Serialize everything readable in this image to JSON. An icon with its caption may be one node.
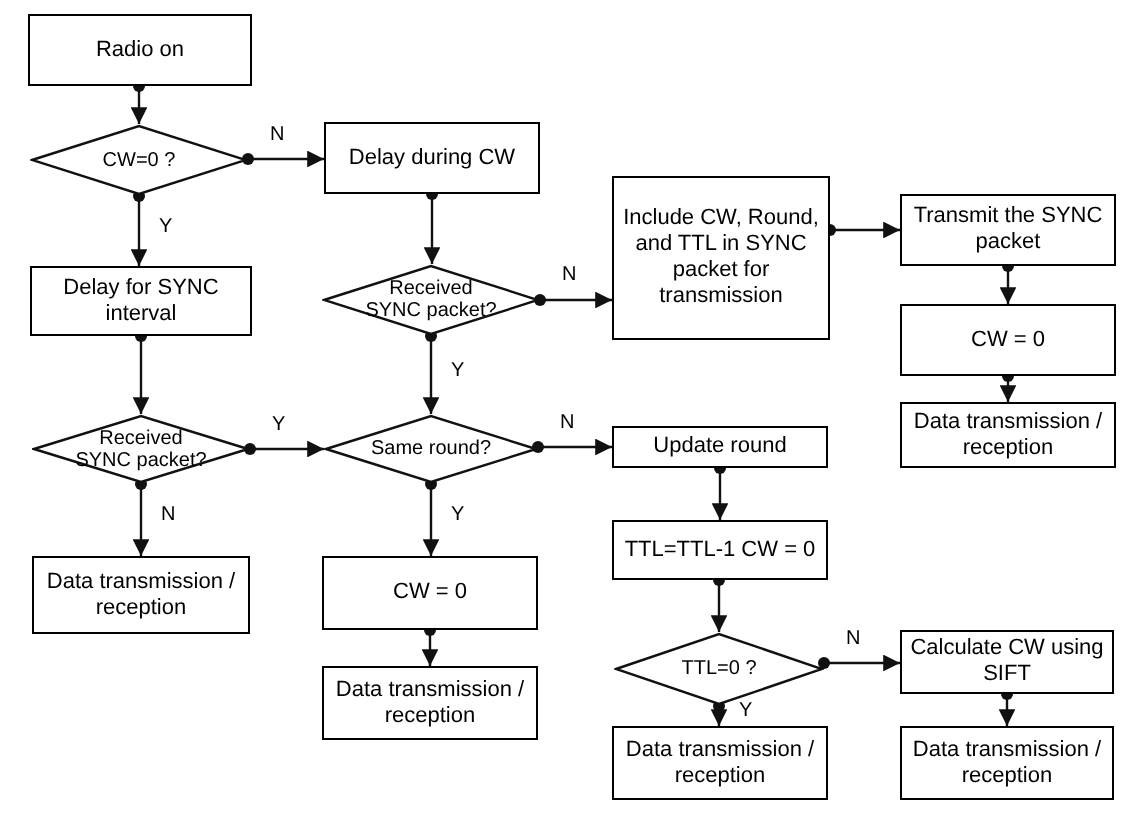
{
  "diagram": {
    "nodes": [
      {
        "text": [
          "Radio on"
        ]
      },
      {
        "text": [
          "CW=0 ?"
        ]
      },
      {
        "text": [
          "Delay during CW"
        ]
      },
      {
        "text": [
          "Delay for SYNC interval"
        ]
      },
      {
        "text": [
          "Received SYNC packet?"
        ]
      },
      {
        "text": [
          "Include CW, Round, and TTL in SYNC packet for transmission"
        ]
      },
      {
        "text": [
          "Transmit the SYNC packet"
        ]
      },
      {
        "text": [
          "CW = 0"
        ]
      },
      {
        "text": [
          "Data transmission / reception"
        ]
      },
      {
        "text": [
          "Received SYNC packet?"
        ]
      },
      {
        "text": [
          "Same round?"
        ]
      },
      {
        "text": [
          "Update round"
        ]
      },
      {
        "text": [
          "Data transmission / reception"
        ]
      },
      {
        "text": [
          "TTL=TTL-1 CW = 0"
        ]
      },
      {
        "text": [
          "CW = 0"
        ]
      },
      {
        "text": [
          "TTL=0 ?"
        ]
      },
      {
        "text": [
          "Calculate CW using SIFT"
        ]
      },
      {
        "text": [
          "Data transmission / reception"
        ]
      },
      {
        "text": [
          "Data transmission / reception"
        ]
      },
      {
        "text": [
          "Data transmission / reception"
        ]
      }
    ],
    "edges": [
      {
        "from": 0,
        "to": 1,
        "arrow": "to"
      },
      {
        "from": 1,
        "to": 2,
        "arrow": "to",
        "label": "N"
      },
      {
        "from": 1,
        "to": 3,
        "arrow": "to",
        "label": "Y"
      },
      {
        "from": 2,
        "to": 4,
        "arrow": "to"
      },
      {
        "from": 4,
        "to": 5,
        "arrow": "to",
        "label": "N"
      },
      {
        "from": 4,
        "to": 10,
        "arrow": "to",
        "label": "Y"
      },
      {
        "from": 5,
        "to": 6,
        "arrow": "to"
      },
      {
        "from": 6,
        "to": 7,
        "arrow": "to"
      },
      {
        "from": 7,
        "to": 8,
        "arrow": "to"
      },
      {
        "from": 3,
        "to": 9,
        "arrow": "to"
      },
      {
        "from": 9,
        "to": 10,
        "arrow": "to",
        "label": "Y"
      },
      {
        "from": 9,
        "to": 12,
        "arrow": "to",
        "label": "N"
      },
      {
        "from": 10,
        "to": 11,
        "arrow": "to",
        "label": "N"
      },
      {
        "from": 10,
        "to": 14,
        "arrow": "to",
        "label": "Y"
      },
      {
        "from": 11,
        "to": 13,
        "arrow": "to"
      },
      {
        "from": 14,
        "to": 17,
        "arrow": "to"
      },
      {
        "from": 13,
        "to": 15,
        "arrow": "to"
      },
      {
        "from": 15,
        "to": 16,
        "arrow": "to",
        "label": "N"
      },
      {
        "from": 15,
        "to": 18,
        "arrow": "to",
        "label": "Y"
      },
      {
        "from": 16,
        "to": 19,
        "arrow": "to"
      }
    ]
  }
}
